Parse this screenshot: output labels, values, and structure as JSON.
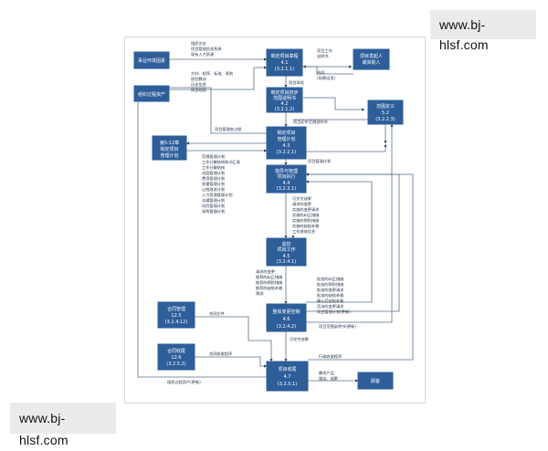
{
  "watermark": {
    "top": "www.bj-hlsf.com",
    "bottom": "www.bj-hlsf.com"
  },
  "colors": {
    "box": "#2d5e9a",
    "line": "#5a6f8a",
    "arrow": "#2b3e58"
  },
  "nodes": {
    "env": {
      "lines": [
        "事业环境因素"
      ]
    },
    "org_assets": {
      "lines": [
        "组织过程资产"
      ]
    },
    "charter": {
      "lines": [
        "制定项目章程",
        "4.1",
        "(3.2.1.1)"
      ]
    },
    "sponsor": {
      "lines": [
        "项目发起人",
        "或资助人"
      ]
    },
    "prelim_scope": {
      "lines": [
        "制定项目初步",
        "范围说明书",
        "4.2",
        "(3.2.1.2)"
      ]
    },
    "scope_def": {
      "lines": [
        "范围定义",
        "5.2",
        "(3.2.2.3)"
      ]
    },
    "chapters": {
      "lines": [
        "第5-12章",
        "制定项目",
        "管理计划"
      ]
    },
    "plan": {
      "lines": [
        "制定项目",
        "管理计划",
        "4.3",
        "(3.2.2.1)"
      ]
    },
    "direct": {
      "lines": [
        "指导与管理",
        "项目执行",
        "4.4",
        "(3.2.3.1)"
      ]
    },
    "monitor": {
      "lines": [
        "监控",
        "项目工作",
        "4.5",
        "(3.2.4.1)"
      ]
    },
    "change": {
      "lines": [
        "整体变更控制",
        "4.6",
        "(3.2.4.2)"
      ]
    },
    "contract_admin": {
      "lines": [
        "合同管理",
        "12.5",
        "(3.2.4.12)"
      ]
    },
    "contract_close": {
      "lines": [
        "合同收尾",
        "12.6",
        "(3.2.5.2)"
      ]
    },
    "close": {
      "lines": [
        "项目收尾",
        "4.7",
        "(3.2.5.1)"
      ]
    },
    "customer": {
      "lines": [
        "顾客"
      ]
    }
  },
  "labels": {
    "env_inputs": [
      "组织文化",
      "项目管理信息系统",
      "现有人力资源"
    ],
    "env_inputs2": [
      "方针、程序、标准、原则",
      "经验教训",
      "历史信息",
      "项目档案"
    ],
    "sow": [
      "项目工作",
      "说明书"
    ],
    "contract": [
      "合同",
      "(如果适用)"
    ],
    "charter_out": "项目章程",
    "prelim_out": "项目初步范围说明书",
    "assets_process": "项目管理各过程",
    "plan_out": "项目管理计划",
    "subplans": [
      "范围管理计划",
      "工作分解结构和词汇表",
      "工作分解结构",
      "进度管理计划",
      "费用管理计划",
      "质量管理计划",
      "过程改进计划",
      "人力资源管理计划",
      "沟通管理计划",
      "风险管理计划",
      "采购管理计划"
    ],
    "exec_out": [
      "可交付成果",
      "请求的变更",
      "实施的变更请求",
      "实施的纠正措施",
      "实施的预防措施",
      "实施的缺陷补救",
      "工作绩效信息"
    ],
    "monitor_out": [
      "请求的变更",
      "推荐的纠正措施",
      "推荐的预防措施",
      "推荐的缺陷补救",
      "预测"
    ],
    "change_out": [
      "批准的纠正措施",
      "批准的预防措施",
      "批准的变更请求",
      "批准的缺陷补救",
      "确认后缺陷补救",
      "否决的变更请求",
      "项目管理计划(更新)"
    ],
    "scope_update": "项目范围说明书(更新)",
    "deliverables": "可交付成果",
    "contract_docs": "合同文件",
    "contract_close_proc": "合同收尾程序",
    "admin_close_proc": "行政收尾程序",
    "final_product": [
      "最终产品",
      "服务、成果"
    ],
    "assets_update": "组织过程资产(更新)"
  }
}
